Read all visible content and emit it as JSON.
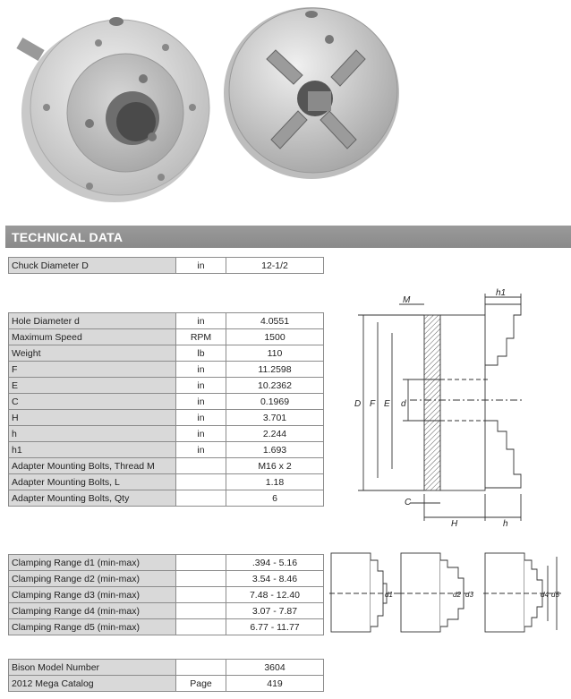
{
  "section_title": "TECHNICAL DATA",
  "table1": [
    {
      "label": "Chuck Diameter D",
      "unit": "in",
      "value": "12-1/2"
    }
  ],
  "table2": [
    {
      "label": "Hole Diameter d",
      "unit": "in",
      "value": "4.0551"
    },
    {
      "label": "Maximum Speed",
      "unit": "RPM",
      "value": "1500"
    },
    {
      "label": "Weight",
      "unit": "lb",
      "value": "110"
    },
    {
      "label": "F",
      "unit": "in",
      "value": "11.2598"
    },
    {
      "label": "E",
      "unit": "in",
      "value": "10.2362"
    },
    {
      "label": "C",
      "unit": "in",
      "value": "0.1969"
    },
    {
      "label": "H",
      "unit": "in",
      "value": "3.701"
    },
    {
      "label": "h",
      "unit": "in",
      "value": "2.244"
    },
    {
      "label": "h1",
      "unit": "in",
      "value": "1.693"
    },
    {
      "label": "Adapter Mounting Bolts, Thread M",
      "unit": "",
      "value": "M16 x 2"
    },
    {
      "label": "Adapter Mounting Bolts, L",
      "unit": "",
      "value": "1.18"
    },
    {
      "label": "Adapter Mounting Bolts, Qty",
      "unit": "",
      "value": "6"
    }
  ],
  "table3": [
    {
      "label": "Clamping Range d1 (min-max)",
      "unit": "",
      "value": ".394 - 5.16"
    },
    {
      "label": "Clamping Range d2 (min-max)",
      "unit": "",
      "value": "3.54 - 8.46"
    },
    {
      "label": "Clamping Range d3 (min-max)",
      "unit": "",
      "value": "7.48 - 12.40"
    },
    {
      "label": "Clamping Range d4 (min-max)",
      "unit": "",
      "value": "3.07 - 7.87"
    },
    {
      "label": "Clamping Range d5 (min-max)",
      "unit": "",
      "value": "6.77 - 11.77"
    }
  ],
  "table4": [
    {
      "label": "Bison Model Number",
      "unit": "",
      "value": "3604"
    },
    {
      "label": "2012 Mega Catalog",
      "unit": "Page",
      "value": "419"
    }
  ],
  "diagram_labels": {
    "M": "M",
    "h1": "h1",
    "D": "D",
    "F": "F",
    "E": "E",
    "d": "d",
    "C": "C",
    "H": "H",
    "h": "h",
    "d1": "d1",
    "d2": "d2",
    "d3": "d3",
    "d4": "d4",
    "d5": "d5"
  }
}
